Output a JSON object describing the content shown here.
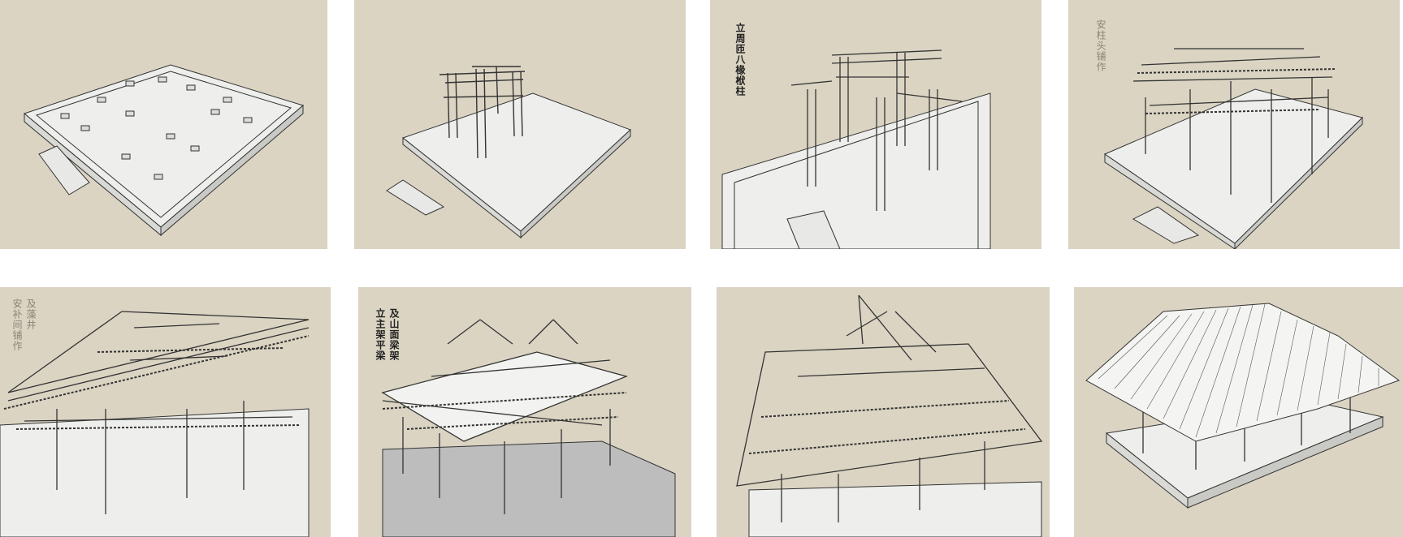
{
  "colors": {
    "panel_bg": "#dbd4c3",
    "page_bg": "#ffffff",
    "line": "#3a3a3a",
    "platform": "#f0f0ef"
  },
  "panels": [
    {
      "id": "p1",
      "stage": "foundation",
      "caption": []
    },
    {
      "id": "p2",
      "stage": "first-frame",
      "caption": []
    },
    {
      "id": "p3",
      "stage": "columns-and-beams",
      "caption": [
        "立周匝八椽栿柱"
      ]
    },
    {
      "id": "p4",
      "stage": "column-brackets",
      "caption": [
        "安柱头铺作"
      ]
    },
    {
      "id": "p5",
      "stage": "intercolumnar-brackets",
      "caption": [
        "及藻井",
        "安补间铺作"
      ]
    },
    {
      "id": "p6",
      "stage": "main-beam-frame",
      "caption": [
        "及山面梁架",
        "立主架平梁"
      ]
    },
    {
      "id": "p7",
      "stage": "roof-frame",
      "caption": []
    },
    {
      "id": "p8",
      "stage": "completed-roof",
      "caption": []
    }
  ]
}
